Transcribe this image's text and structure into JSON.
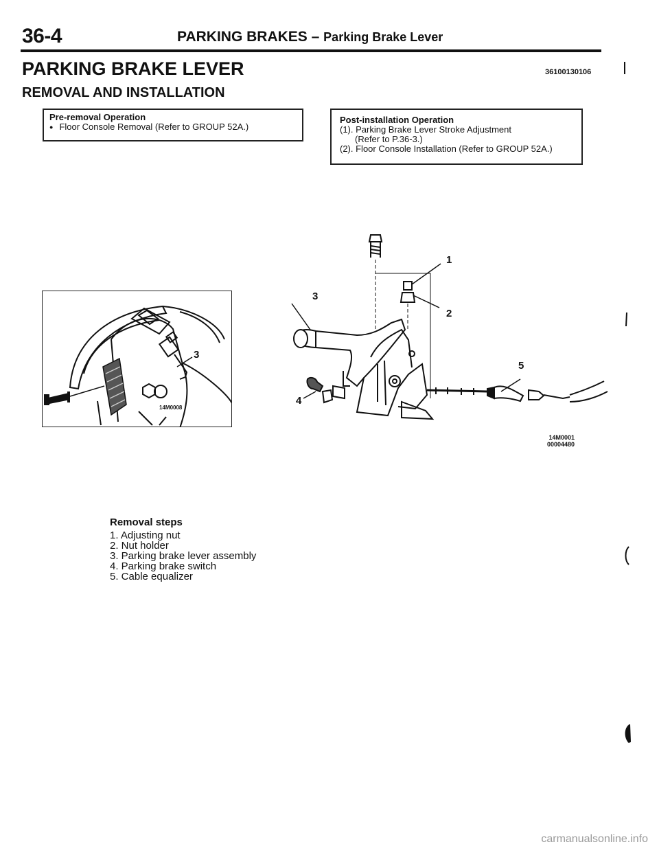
{
  "header": {
    "page_number": "36-4",
    "section": "PARKING BRAKES",
    "separator": "–",
    "subsection": "Parking Brake Lever"
  },
  "title": "PARKING BRAKE LEVER",
  "subtitle": "REMOVAL AND INSTALLATION",
  "doc_code": "36100130106",
  "pre_removal": {
    "heading": "Pre-removal Operation",
    "items": [
      "Floor Console Removal (Refer to GROUP 52A.)"
    ]
  },
  "post_installation": {
    "heading": "Post-installation Operation",
    "items": [
      "(1). Parking Brake Lever Stroke Adjustment",
      "(Refer to P.36-3.)",
      "(2). Floor Console Installation (Refer to GROUP 52A.)"
    ]
  },
  "detail_figure": {
    "code": "14M0008",
    "callout": "3"
  },
  "main_figure": {
    "code_line1": "14M0001",
    "code_line2": "00004480",
    "callouts": [
      "1",
      "2",
      "3",
      "4",
      "5"
    ]
  },
  "removal_steps": {
    "heading": "Removal steps",
    "items": [
      "1. Adjusting nut",
      "2. Nut holder",
      "3. Parking brake lever assembly",
      "4. Parking brake switch",
      "5. Cable equalizer"
    ]
  },
  "watermark": "carmanualsonline.info"
}
